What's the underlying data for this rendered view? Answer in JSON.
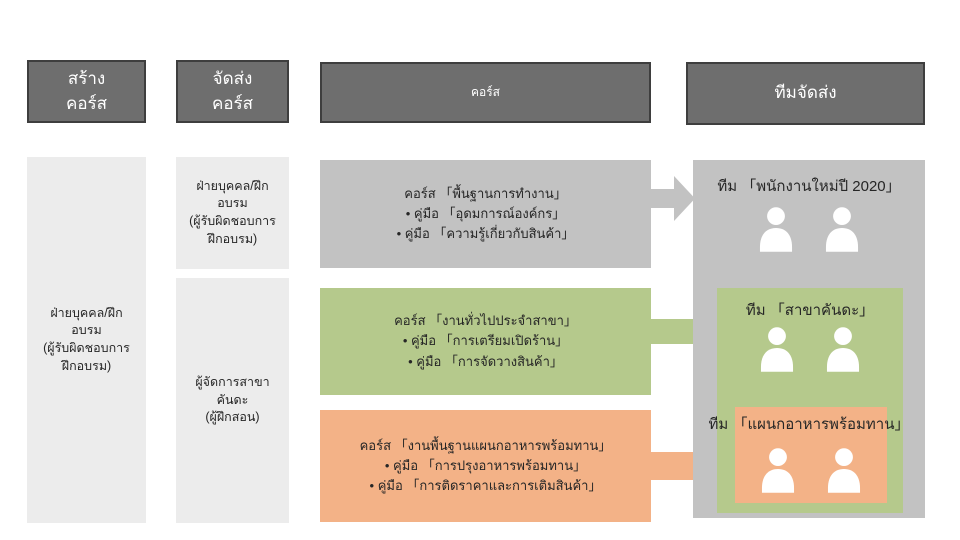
{
  "colors": {
    "header_bg": "#6e6e6e",
    "header_border": "#3e3e3e",
    "header_text": "#ffffff",
    "role_cell_bg": "#ececec",
    "gray": "#c2c2c2",
    "green": "#b5c98c",
    "orange": "#f3b287",
    "text": "#262626",
    "person_icon": "#ffffff"
  },
  "headers": {
    "create_course": {
      "lines": [
        "สร้าง",
        "คอร์ส"
      ]
    },
    "deliver_course": {
      "lines": [
        "จัดส่ง",
        "คอร์ส"
      ]
    },
    "course": {
      "label": "คอร์ส"
    },
    "delivery_team": {
      "label": "ทีมจัดส่ง"
    }
  },
  "roles": {
    "creator": {
      "lines": [
        "ฝ่ายบุคคล/ฝึก",
        "อบรม",
        "(ผู้รับผิดชอบการ",
        "ฝึกอบรม)"
      ]
    },
    "hr_deliverer": {
      "lines": [
        "ฝ่ายบุคคล/ฝึก",
        "อบรม",
        "(ผู้รับผิดชอบการ",
        "ฝึกอบรม)"
      ]
    },
    "branch_manager": {
      "lines": [
        "ผู้จัดการสาขา",
        "คันดะ",
        "(ผู้ฝึกสอน)"
      ]
    }
  },
  "courses": [
    {
      "title": "คอร์ส 「พื้นฐานการทำงาน」",
      "manuals": [
        "• คู่มือ 「อุดมการณ์องค์กร」",
        "• คู่มือ 「ความรู้เกี่ยวกับสินค้า」"
      ],
      "color": "#c2c2c2"
    },
    {
      "title": "คอร์ส 「งานทั่วไปประจำสาขา」",
      "manuals": [
        "• คู่มือ 「การเตรียมเปิดร้าน」",
        "• คู่มือ 「การจัดวางสินค้า」"
      ],
      "color": "#b5c98c"
    },
    {
      "title": "คอร์ส 「งานพื้นฐานแผนกอาหารพร้อมทาน」",
      "manuals": [
        "• คู่มือ 「การปรุงอาหารพร้อมทาน」",
        "• คู่มือ 「การติดราคาและการเติมสินค้า」"
      ],
      "color": "#f3b287"
    }
  ],
  "teams": [
    {
      "label": "ทีม 「พนักงานใหม่ปี 2020」",
      "members": 2,
      "color": "#c2c2c2"
    },
    {
      "label": "ทีม 「สาขาคันดะ」",
      "members": 2,
      "color": "#b5c98c"
    },
    {
      "label": "ทีม 「แผนกอาหารพร้อมทาน」",
      "members": 2,
      "color": "#f3b287"
    }
  ],
  "arrows": [
    {
      "from": "course-1",
      "to": "team-1",
      "color": "#c2c2c2"
    },
    {
      "from": "course-2",
      "to": "team-2",
      "color": "#b5c98c"
    },
    {
      "from": "course-3",
      "to": "team-3",
      "color": "#f3b287"
    }
  ]
}
